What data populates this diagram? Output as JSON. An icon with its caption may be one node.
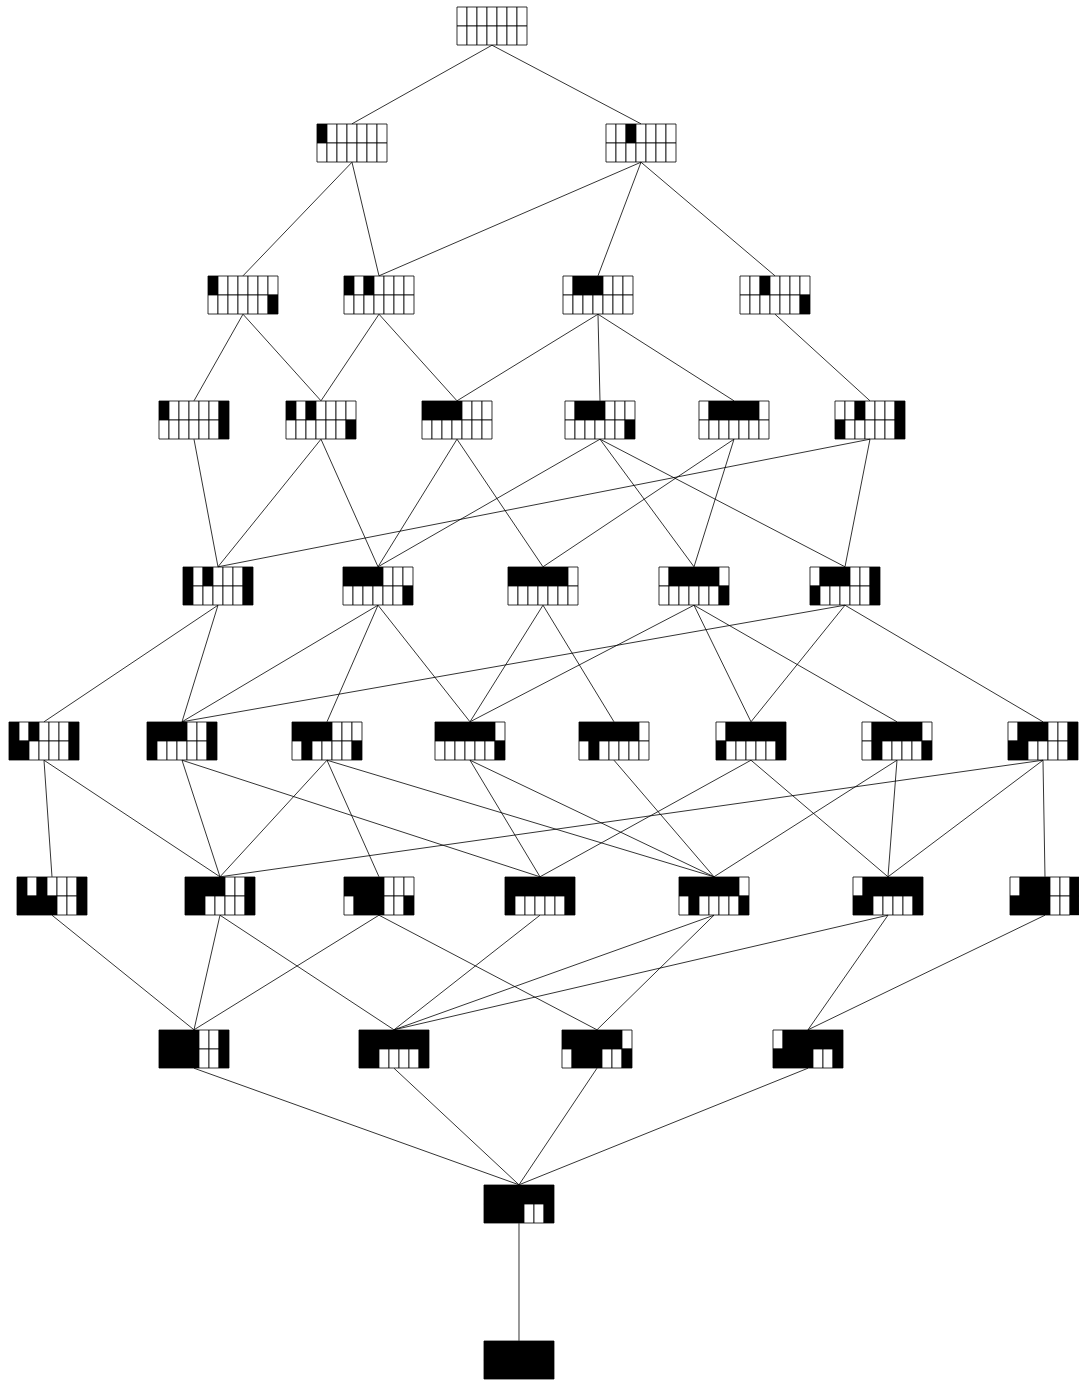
{
  "diagram": {
    "nodes": [
      {
        "text": [],
        "shape": "grid"
      },
      {
        "text": [],
        "shape": "grid"
      },
      {
        "text": [],
        "shape": "grid"
      },
      {
        "text": [],
        "shape": "grid"
      },
      {
        "text": [],
        "shape": "grid"
      },
      {
        "text": [],
        "shape": "grid"
      },
      {
        "text": [],
        "shape": "grid"
      },
      {
        "text": [],
        "shape": "grid"
      },
      {
        "text": [],
        "shape": "grid"
      },
      {
        "text": [],
        "shape": "grid"
      },
      {
        "text": [],
        "shape": "grid"
      },
      {
        "text": [],
        "shape": "grid"
      },
      {
        "text": [],
        "shape": "grid"
      },
      {
        "text": [],
        "shape": "grid"
      },
      {
        "text": [],
        "shape": "grid"
      },
      {
        "text": [],
        "shape": "grid"
      },
      {
        "text": [],
        "shape": "grid"
      },
      {
        "text": [],
        "shape": "grid"
      },
      {
        "text": [],
        "shape": "grid"
      },
      {
        "text": [],
        "shape": "grid"
      },
      {
        "text": [],
        "shape": "grid"
      },
      {
        "text": [],
        "shape": "grid"
      },
      {
        "text": [],
        "shape": "grid"
      },
      {
        "text": [],
        "shape": "grid"
      },
      {
        "text": [],
        "shape": "grid"
      },
      {
        "text": [],
        "shape": "grid"
      },
      {
        "text": [],
        "shape": "grid"
      },
      {
        "text": [],
        "shape": "grid"
      },
      {
        "text": [],
        "shape": "grid"
      },
      {
        "text": [],
        "shape": "grid"
      },
      {
        "text": [],
        "shape": "grid"
      },
      {
        "text": [],
        "shape": "grid"
      },
      {
        "text": [],
        "shape": "grid"
      },
      {
        "text": [],
        "shape": "grid"
      },
      {
        "text": [],
        "shape": "grid"
      },
      {
        "text": [],
        "shape": "grid"
      },
      {
        "text": [],
        "shape": "grid"
      },
      {
        "text": [],
        "shape": "grid"
      },
      {
        "text": [],
        "shape": "grid"
      }
    ],
    "edges": [
      {
        "from": 0,
        "to": 1,
        "arrow": "none"
      },
      {
        "from": 0,
        "to": 2,
        "arrow": "none"
      },
      {
        "from": 1,
        "to": 3,
        "arrow": "none"
      },
      {
        "from": 1,
        "to": 4,
        "arrow": "none"
      },
      {
        "from": 2,
        "to": 4,
        "arrow": "none"
      },
      {
        "from": 2,
        "to": 5,
        "arrow": "none"
      },
      {
        "from": 2,
        "to": 6,
        "arrow": "none"
      },
      {
        "from": 3,
        "to": 7,
        "arrow": "none"
      },
      {
        "from": 3,
        "to": 8,
        "arrow": "none"
      },
      {
        "from": 4,
        "to": 8,
        "arrow": "none"
      },
      {
        "from": 4,
        "to": 9,
        "arrow": "none"
      },
      {
        "from": 5,
        "to": 9,
        "arrow": "none"
      },
      {
        "from": 5,
        "to": 10,
        "arrow": "none"
      },
      {
        "from": 5,
        "to": 11,
        "arrow": "none"
      },
      {
        "from": 6,
        "to": 12,
        "arrow": "none"
      },
      {
        "from": 7,
        "to": 13,
        "arrow": "none"
      },
      {
        "from": 8,
        "to": 13,
        "arrow": "none"
      },
      {
        "from": 8,
        "to": 14,
        "arrow": "none"
      },
      {
        "from": 9,
        "to": 14,
        "arrow": "none"
      },
      {
        "from": 9,
        "to": 15,
        "arrow": "none"
      },
      {
        "from": 10,
        "to": 14,
        "arrow": "none"
      },
      {
        "from": 10,
        "to": 16,
        "arrow": "none"
      },
      {
        "from": 10,
        "to": 17,
        "arrow": "none"
      },
      {
        "from": 11,
        "to": 15,
        "arrow": "none"
      },
      {
        "from": 11,
        "to": 16,
        "arrow": "none"
      },
      {
        "from": 12,
        "to": 13,
        "arrow": "none"
      },
      {
        "from": 12,
        "to": 17,
        "arrow": "none"
      },
      {
        "from": 13,
        "to": 18,
        "arrow": "none"
      },
      {
        "from": 13,
        "to": 19,
        "arrow": "none"
      },
      {
        "from": 14,
        "to": 19,
        "arrow": "none"
      },
      {
        "from": 14,
        "to": 20,
        "arrow": "none"
      },
      {
        "from": 14,
        "to": 21,
        "arrow": "none"
      },
      {
        "from": 15,
        "to": 21,
        "arrow": "none"
      },
      {
        "from": 15,
        "to": 22,
        "arrow": "none"
      },
      {
        "from": 16,
        "to": 21,
        "arrow": "none"
      },
      {
        "from": 16,
        "to": 23,
        "arrow": "none"
      },
      {
        "from": 16,
        "to": 24,
        "arrow": "none"
      },
      {
        "from": 17,
        "to": 19,
        "arrow": "none"
      },
      {
        "from": 17,
        "to": 23,
        "arrow": "none"
      },
      {
        "from": 17,
        "to": 25,
        "arrow": "none"
      },
      {
        "from": 18,
        "to": 26,
        "arrow": "none"
      },
      {
        "from": 18,
        "to": 27,
        "arrow": "none"
      },
      {
        "from": 19,
        "to": 27,
        "arrow": "none"
      },
      {
        "from": 19,
        "to": 29,
        "arrow": "none"
      },
      {
        "from": 20,
        "to": 27,
        "arrow": "none"
      },
      {
        "from": 20,
        "to": 28,
        "arrow": "none"
      },
      {
        "from": 20,
        "to": 30,
        "arrow": "none"
      },
      {
        "from": 21,
        "to": 29,
        "arrow": "none"
      },
      {
        "from": 21,
        "to": 30,
        "arrow": "none"
      },
      {
        "from": 22,
        "to": 30,
        "arrow": "none"
      },
      {
        "from": 23,
        "to": 29,
        "arrow": "none"
      },
      {
        "from": 23,
        "to": 31,
        "arrow": "none"
      },
      {
        "from": 24,
        "to": 30,
        "arrow": "none"
      },
      {
        "from": 24,
        "to": 31,
        "arrow": "none"
      },
      {
        "from": 25,
        "to": 27,
        "arrow": "none"
      },
      {
        "from": 25,
        "to": 31,
        "arrow": "none"
      },
      {
        "from": 25,
        "to": 32,
        "arrow": "none"
      },
      {
        "from": 26,
        "to": 33,
        "arrow": "none"
      },
      {
        "from": 27,
        "to": 33,
        "arrow": "none"
      },
      {
        "from": 27,
        "to": 34,
        "arrow": "none"
      },
      {
        "from": 28,
        "to": 33,
        "arrow": "none"
      },
      {
        "from": 28,
        "to": 35,
        "arrow": "none"
      },
      {
        "from": 29,
        "to": 34,
        "arrow": "none"
      },
      {
        "from": 30,
        "to": 34,
        "arrow": "none"
      },
      {
        "from": 30,
        "to": 35,
        "arrow": "none"
      },
      {
        "from": 31,
        "to": 34,
        "arrow": "none"
      },
      {
        "from": 31,
        "to": 36,
        "arrow": "none"
      },
      {
        "from": 32,
        "to": 36,
        "arrow": "none"
      },
      {
        "from": 33,
        "to": 37,
        "arrow": "none"
      },
      {
        "from": 34,
        "to": 37,
        "arrow": "none"
      },
      {
        "from": 35,
        "to": 37,
        "arrow": "none"
      },
      {
        "from": 36,
        "to": 37,
        "arrow": "none"
      },
      {
        "from": 37,
        "to": 38,
        "arrow": "none"
      }
    ]
  }
}
